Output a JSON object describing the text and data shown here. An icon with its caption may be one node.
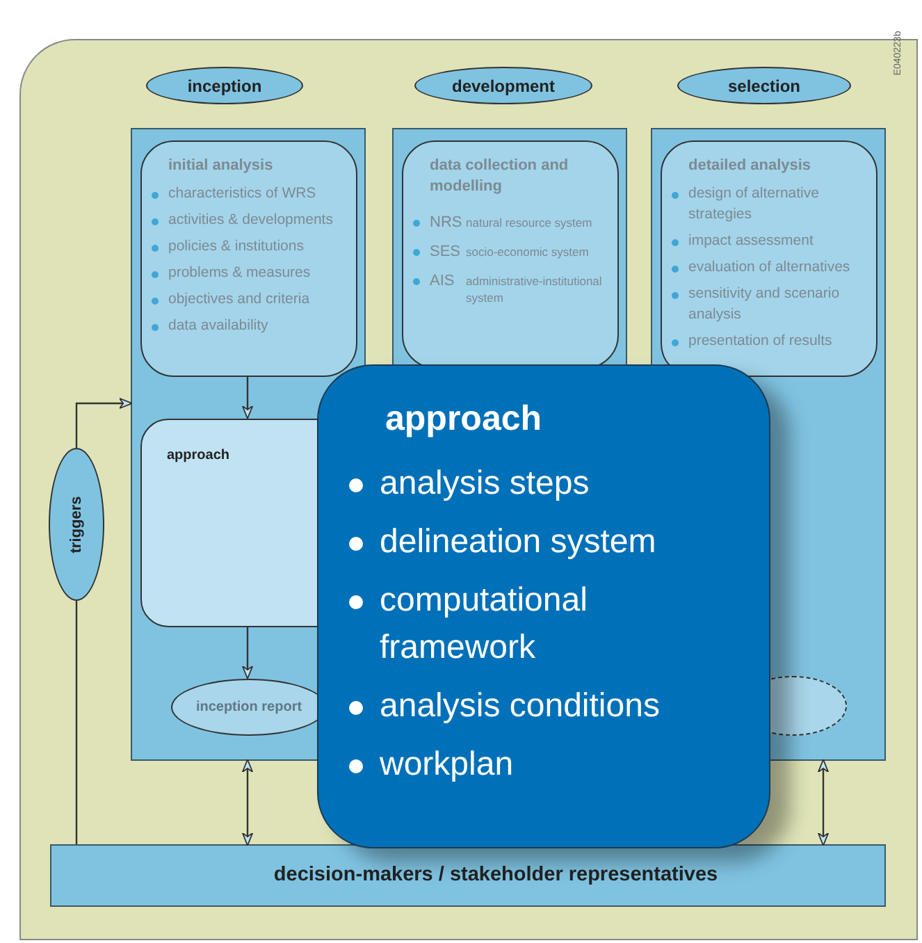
{
  "diagram": {
    "nodes": [
      {
        "text": [
          "inception"
        ]
      },
      {
        "text": [
          "development"
        ]
      },
      {
        "text": [
          "selection"
        ]
      },
      {
        "text": [],
        "shape": "box"
      },
      {
        "text": [
          "initial analysis",
          "characteristics of WRS",
          "activities & developments",
          "policies & institutions",
          "problems & measures",
          "objectives and criteria",
          "data availability"
        ],
        "in": 3
      },
      {
        "text": [
          "approach"
        ],
        "in": 3
      },
      {
        "text": [
          "inception report"
        ],
        "in": 3
      },
      {
        "text": [],
        "shape": "box"
      },
      {
        "text": [
          "data collection and modelling",
          "NRS",
          "natural resource system",
          "SES",
          "socio-economic system",
          "AIS",
          "administrative-institutional system"
        ],
        "in": 7
      },
      {
        "text": [],
        "shape": "box"
      },
      {
        "text": [
          "detailed analysis",
          "design of alternative strategies",
          "impact assessment",
          "evaluation of alternatives",
          "sensitivity and scenario analysis",
          "presentation of results"
        ],
        "in": 9
      },
      {
        "text": [],
        "shape": "ellipse",
        "in": 9
      },
      {
        "text": [
          "triggers"
        ]
      },
      {
        "text": [
          "decision-makers / stakeholder representatives"
        ]
      },
      {
        "text": [
          "approach",
          "analysis steps",
          "delineation system",
          "computational framework",
          "analysis conditions",
          "workplan"
        ]
      }
    ],
    "edges": [
      {
        "from": 4,
        "to": 5,
        "arrow": "to"
      },
      {
        "from": 5,
        "to": 6,
        "arrow": "to"
      },
      {
        "from": 12,
        "to": 3,
        "arrow": "to"
      },
      {
        "from": 13,
        "to": 12,
        "arrow": "none"
      },
      {
        "from": 3,
        "to": 13,
        "arrow": "both"
      },
      {
        "from": 9,
        "to": 13,
        "arrow": "both"
      }
    ],
    "labels": [
      "E040223b"
    ]
  }
}
